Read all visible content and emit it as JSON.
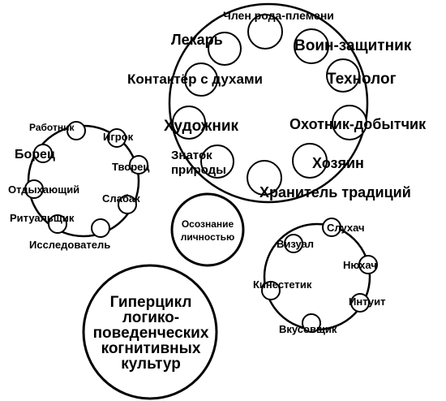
{
  "big_cycle": {
    "nodes": [
      {
        "label": "Член рода-племени"
      },
      {
        "label": "Воин-защитник"
      },
      {
        "label": "Технолог"
      },
      {
        "label": "Охотник-добытчик"
      },
      {
        "label": "Хозяин"
      },
      {
        "label": "Хранитель традиций"
      },
      {
        "label_lines": [
          "Знаток",
          "природы"
        ]
      },
      {
        "label": "Художник"
      },
      {
        "label": "Контактёр с духами"
      },
      {
        "label": "Лекарь"
      }
    ]
  },
  "left_cycle": {
    "nodes": [
      {
        "label": "Работник"
      },
      {
        "label": "Игрок"
      },
      {
        "label": "Творец"
      },
      {
        "label": "Слабак"
      },
      {
        "label": "Исследователь"
      },
      {
        "label": "Ритуальщик"
      },
      {
        "label": "Отдыхающий"
      },
      {
        "label": "Борец"
      }
    ]
  },
  "right_cycle": {
    "nodes": [
      {
        "label": "Слухач"
      },
      {
        "label": "Нюхач"
      },
      {
        "label": "Интуит"
      },
      {
        "label": "Вкусовщик"
      },
      {
        "label": "Кинестетик"
      },
      {
        "label": "Визуал"
      }
    ]
  },
  "center_node": {
    "label_lines": [
      "Осознание",
      "личностью"
    ]
  },
  "title_circle": {
    "label_lines": [
      "Гиперцикл",
      "логико-",
      "поведенческих",
      "когнитивных",
      "культур"
    ]
  }
}
